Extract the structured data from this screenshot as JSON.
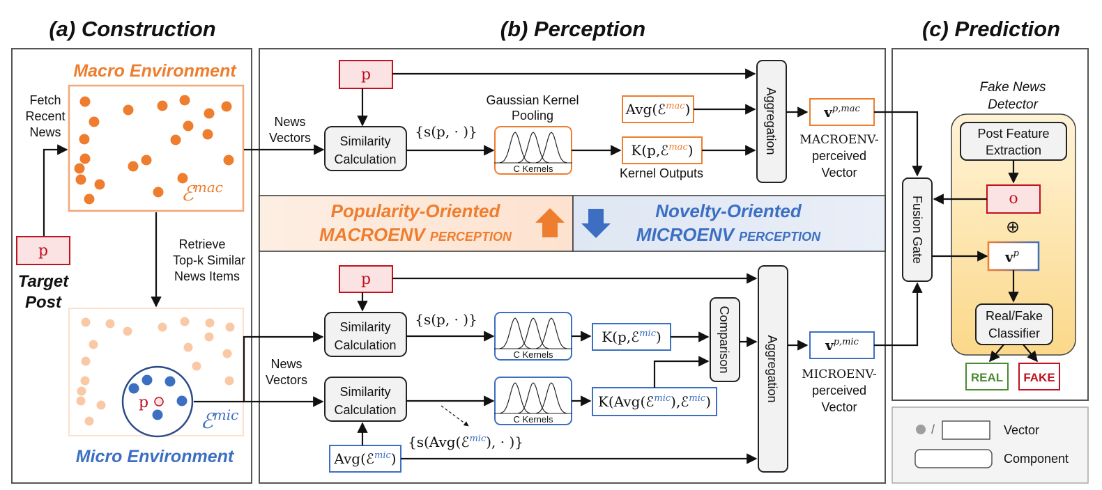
{
  "sections": {
    "a": "(a) Construction",
    "b": "(b) Perception",
    "c": "(c) Prediction"
  },
  "construction": {
    "macro_env_label": "Macro Environment",
    "macro_env_symbol": "ℰ",
    "macro_env_sup": "mac",
    "fetch_text": [
      "Fetch",
      "Recent",
      "News"
    ],
    "retrieve_text": [
      "Retrieve",
      "Top-k Similar",
      "News Items"
    ],
    "target_post_symbol": "p",
    "target_post_label": [
      "Target",
      "Post"
    ],
    "micro_post_symbol": "p",
    "micro_env_symbol": "ℰ",
    "micro_env_sup": "mic",
    "micro_env_label": "Micro Environment",
    "colors": {
      "orange": "#ee7d2e",
      "blue": "#3c6fc2",
      "light_orange": "#f9c9a6",
      "red": "#c0111f"
    }
  },
  "perception": {
    "news_vectors": [
      "News",
      "Vectors"
    ],
    "post_symbol": "p",
    "similarity_calc": [
      "Similarity",
      "Calculation"
    ],
    "sim_set": "{s(p, · )}",
    "sim_set_avg": "{s(Avg(ℰ",
    "sim_set_avg_sup": "mic",
    "sim_set_avg_tail": "), · )}",
    "gkp_label": [
      "Gaussian Kernel",
      "Pooling"
    ],
    "kernels_label": "C Kernels",
    "avg_mac": "Avg(ℰ",
    "avg_mac_sup": "mac",
    "k_mac": "K(p,ℰ",
    "k_mac_sup": "mac",
    "kernel_outputs": "Kernel Outputs",
    "aggregation": "Aggregation",
    "v_mac": "v",
    "v_mac_sup": "p,mac",
    "macro_perceived": [
      "MACROENV-",
      "perceived",
      "Vector"
    ],
    "popularity": "Popularity-Oriented",
    "macro_perception": "MACROENV perception",
    "novelty": "Novelty-Oriented",
    "micro_perception": "MICROENV perception",
    "k_mic": "K(p,ℰ",
    "k_mic_sup": "mic",
    "k_avg_mic": "K(Avg(ℰ",
    "k_avg_mic_sup": "mic",
    "k_avg_mic_mid": "),ℰ",
    "comparison": "Comparison",
    "avg_mic": "Avg(ℰ",
    "avg_mic_sup": "mic",
    "v_mic": "v",
    "v_mic_sup": "p,mic",
    "micro_perceived": [
      "MICROENV-",
      "perceived",
      "Vector"
    ]
  },
  "prediction": {
    "detector_title": [
      "Fake News",
      "Detector"
    ],
    "post_feature": [
      "Post Feature",
      "Extraction"
    ],
    "o_symbol": "o",
    "oplus": "⊕",
    "vp": "v",
    "vp_sup": "p",
    "fusion_gate": "Fusion Gate",
    "classifier": [
      "Real/Fake",
      "Classifier"
    ],
    "real": "REAL",
    "fake": "FAKE"
  },
  "legend": {
    "vector": "Vector",
    "component": "Component"
  }
}
